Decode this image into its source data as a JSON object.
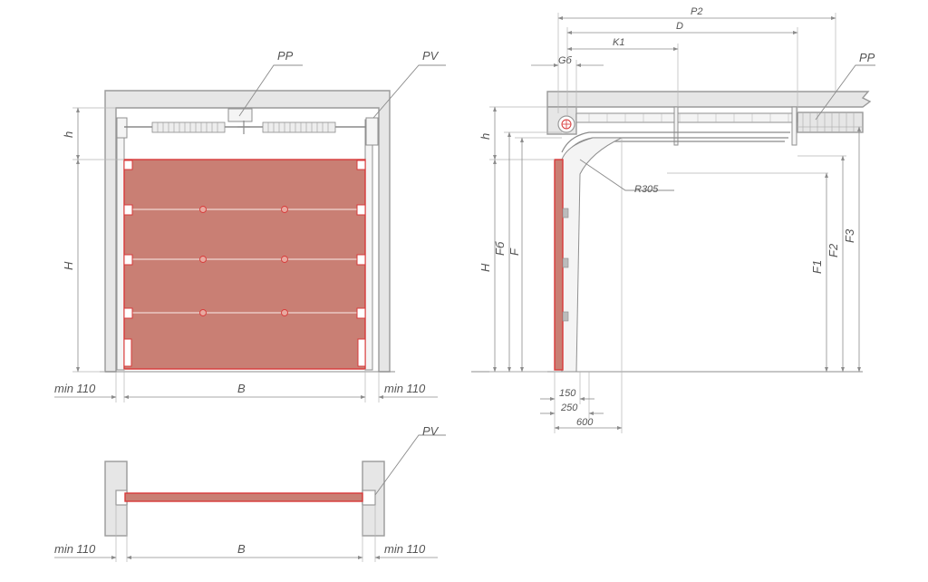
{
  "labels": {
    "pp": "PP",
    "pv": "PV",
    "h": "h",
    "H": "H",
    "B": "B",
    "min110": "min 110",
    "p2": "P2",
    "d": "D",
    "k1": "K1",
    "gb": "Gб",
    "fb": "Fб",
    "f": "F",
    "f1": "F1",
    "f2": "F2",
    "f3": "F3",
    "r305": "R305",
    "d150": "150",
    "d250": "250",
    "d600": "600"
  },
  "colors": {
    "panel_fill": "#c97f74",
    "panel_stroke": "#d83a3a",
    "wall": "#e6e6e6",
    "line": "#8c8c8c"
  }
}
